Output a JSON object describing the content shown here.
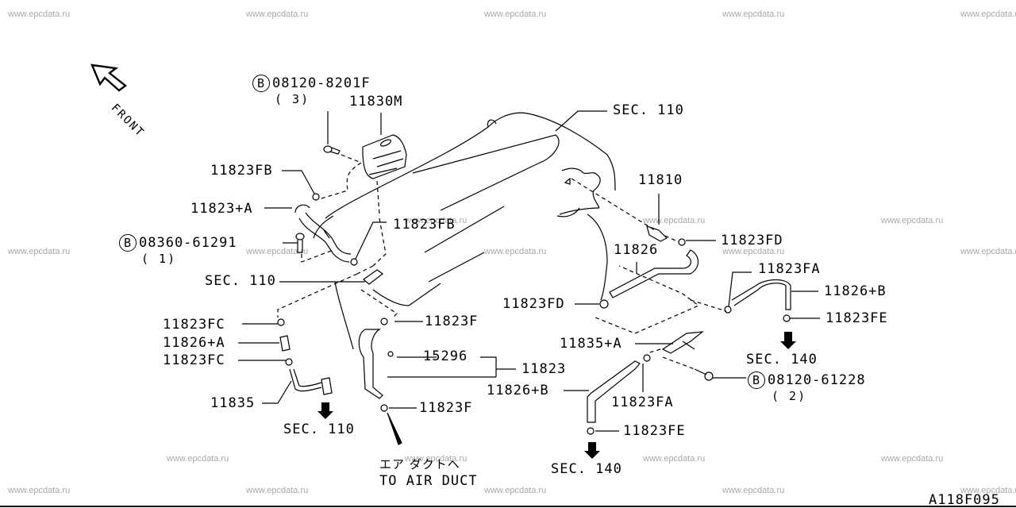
{
  "watermark": "www.epcdata.ru",
  "front_label": "FRONT",
  "diagram_code": "A118F095",
  "labels": {
    "bolt_top": {
      "badge": "B",
      "part": "08120-8201F",
      "qty": "( 3)"
    },
    "part_11830M": "11830M",
    "sec110_top": "SEC. 110",
    "part_11823FB_left": "11823FB",
    "part_11823A": "11823+A",
    "bolt_mid": {
      "badge": "B",
      "part": "08360-61291",
      "qty": "( 1)"
    },
    "part_11823FB_center": "11823FB",
    "sec110_mid": "SEC. 110",
    "part_11810": "11810",
    "part_11823FD_right": "11823FD",
    "part_11826": "11826",
    "part_11823FA_right": "11823FA",
    "part_11826B_right": "11826+B",
    "part_11823FE_right": "11823FE",
    "sec140_right": "SEC. 140",
    "part_11823FD_center": "11823FD",
    "part_11823FC_top": "11823FC",
    "part_11826A": "11826+A",
    "part_11823FC_bottom": "11823FC",
    "part_11823F_top": "11823F",
    "part_15296": "15296",
    "part_11823": "11823",
    "part_11835A": "11835+A",
    "bolt_right": {
      "badge": "B",
      "part": "08120-61228",
      "qty": "( 2)"
    },
    "part_11835": "11835",
    "sec110_bottom": "SEC. 110",
    "part_11826B_bottom": "11826+B",
    "part_11823FA_bottom": "11823FA",
    "part_11823F_bottom": "11823F",
    "part_11823FE_bottom": "11823FE",
    "air_duct_jp": "エア  ダクトヘ",
    "air_duct_en": "TO AIR DUCT",
    "sec140_bottom": "SEC. 140"
  }
}
